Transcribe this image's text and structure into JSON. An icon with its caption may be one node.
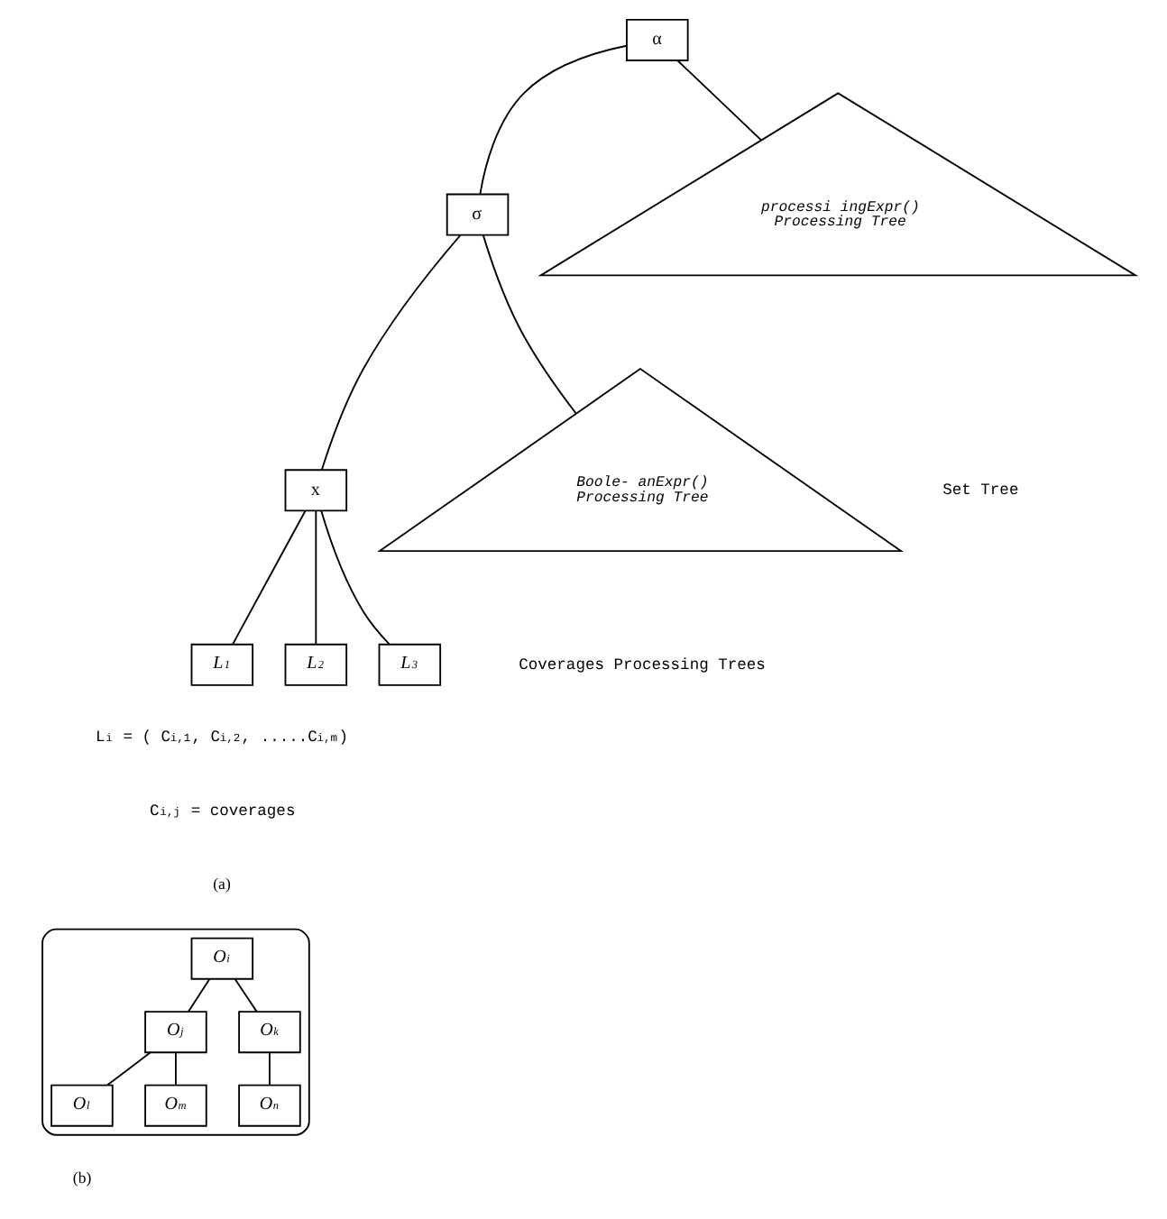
{
  "diagram": {
    "nodes": [
      {
        "text": [
          "α"
        ]
      },
      {
        "text": [
          "σ"
        ]
      },
      {
        "text": [
          "x"
        ]
      },
      {
        "text": [
          "L$_{1}$"
        ]
      },
      {
        "text": [
          "L$_{2}$"
        ]
      },
      {
        "text": [
          "L$_{3}$"
        ]
      },
      {
        "text": [
          "processi ingExpr()",
          "Processing Tree"
        ]
      },
      {
        "text": [
          "Boole- anExpr()",
          "Processing Tree"
        ]
      },
      {
        "text": [],
        "shape": "triangle"
      },
      {
        "text": [
          "O$_{i}$"
        ],
        "in": 8
      },
      {
        "text": [
          "O$_{j}$"
        ],
        "in": 8
      },
      {
        "text": [
          "O$_{k}$"
        ],
        "in": 8
      },
      {
        "text": [
          "O$_{l}$"
        ],
        "in": 8
      },
      {
        "text": [
          "O$_{m}$"
        ],
        "in": 8
      },
      {
        "text": [
          "O$_{n}$"
        ],
        "in": 8
      }
    ],
    "edges": [
      {
        "from": 0,
        "to": 1,
        "arrow": "none"
      },
      {
        "from": 1,
        "to": 2,
        "arrow": "none"
      },
      {
        "from": 2,
        "to": 3,
        "arrow": "none"
      },
      {
        "from": 2,
        "to": 4,
        "arrow": "none"
      },
      {
        "from": 2,
        "to": 5,
        "arrow": "none"
      },
      {
        "from": 0,
        "to": 6,
        "arrow": "none"
      },
      {
        "from": 1,
        "to": 7,
        "arrow": "none"
      },
      {
        "from": 9,
        "to": 10,
        "arrow": "none"
      },
      {
        "from": 9,
        "to": 11,
        "arrow": "none"
      },
      {
        "from": 10,
        "to": 12,
        "arrow": "none"
      },
      {
        "from": 10,
        "to": 13,
        "arrow": "none"
      },
      {
        "from": 11,
        "to": 14,
        "arrow": "none"
      }
    ],
    "labels": [
      "Set Tree",
      "Coverages Processing Trees",
      "L$_{i}$ = ( C$_{i,1}$, C$_{i,2}$, .....C$_{i,m}$)",
      "C$_{i,j}$ = coverages",
      "(a)",
      "(b)"
    ]
  }
}
